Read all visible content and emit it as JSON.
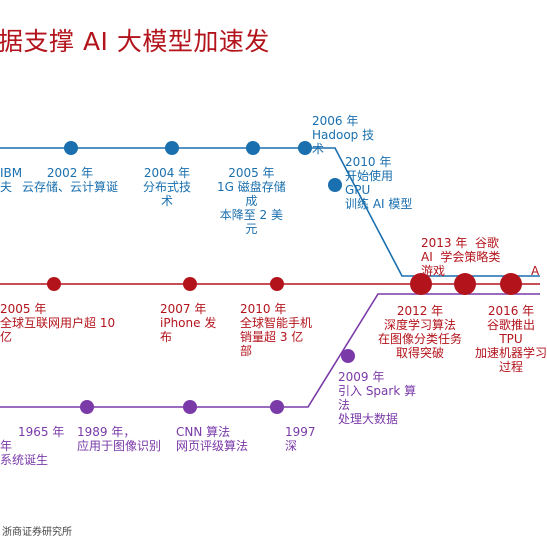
{
  "title": "据支撑 AI 大模型加速发",
  "source": "浙商证券研究所",
  "colors": {
    "blue": "#1a6fae",
    "red": "#b3141c",
    "purple": "#7a3aa8"
  },
  "blue_labels": [
    "IBM\n夫",
    "2002 年\n云存储、云计算诞",
    "2004 年\n分布式技\n术",
    "2005 年\n1G 磁盘存储\n成\n本降至 2 美\n元",
    "2006 年\nHadoop 技\n术",
    "2010 年\n开始使用\nGPU\n训练 AI 模型"
  ],
  "red_labels": [
    "2005 年\n全球互联网用户超 10\n亿",
    "2007 年\niPhone 发\n布",
    "2010 年\n全球智能手机\n销量超 3 亿\n部",
    "2013 年  谷歌\nAI  学会策略类\n游戏",
    "A",
    "2012 年\n深度学习算法\n在图像分类任务\n取得突破",
    "2016 年\n谷歌推出\nTPU\n加速机器学习\n过程"
  ],
  "purple_labels": [
    "年\n系统诞生",
    "1965 年",
    "1989 年，\n应用于图像识别",
    "CNN 算法\n网页评级算法",
    "1997\n深",
    "2009 年\n引入 Spark 算\n法\n处理大数据"
  ]
}
